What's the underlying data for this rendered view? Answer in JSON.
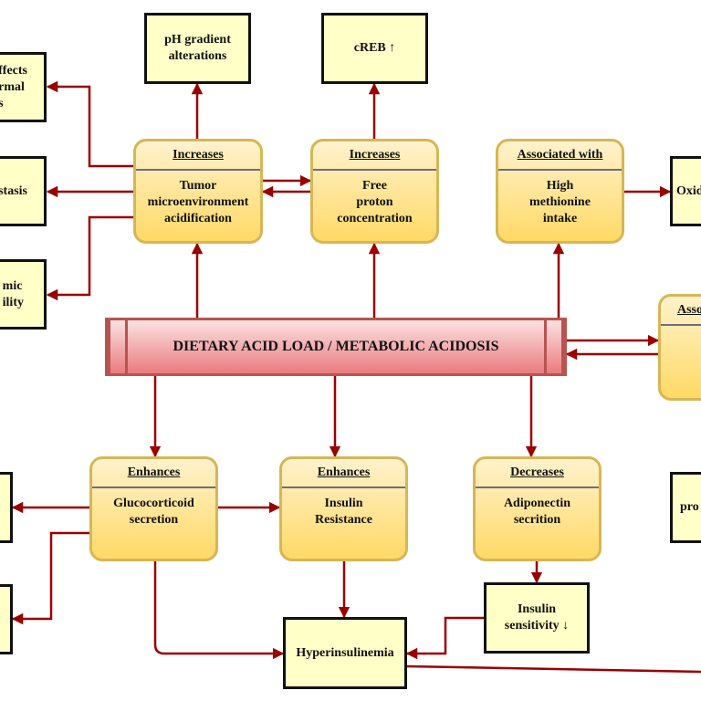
{
  "main": {
    "label": "DIETARY ACID LOAD / METABOLIC ACIDOSIS"
  },
  "processes": {
    "tumor": {
      "header": "Increases",
      "body": "Tumor\nmicroenvironment\nacidification"
    },
    "proton": {
      "header": "Increases",
      "body": "Free\nproton\nconcentration"
    },
    "methionine": {
      "header": "Associated with",
      "body": "High\nmethionine\nintake"
    },
    "right_assoc": {
      "header": "Asso"
    },
    "gluco": {
      "header": "Enhances",
      "body": "Glucocorticoid\nsecretion"
    },
    "insulin_res": {
      "header": "Enhances",
      "body": "Insulin\nResistance"
    },
    "adipo": {
      "header": "Decreases",
      "body": "Adiponectin\nsecrition"
    }
  },
  "boxes": {
    "ph": "pH gradient\nalterations",
    "creb": "cREB ↑",
    "effects": "ffects\nrmal\ns",
    "stasis": "stasis",
    "mic": "mic\nility",
    "oxid": "Oxid",
    "pro": "pro",
    "insulin_sens": "Insulin\nsensitivity ↓",
    "hyper": "Hyperinsulinemia"
  },
  "colors": {
    "arrow": "#990000",
    "box_fill": "#ffffc8",
    "proc_border": "#d6b656",
    "main_border": "#b85450"
  }
}
